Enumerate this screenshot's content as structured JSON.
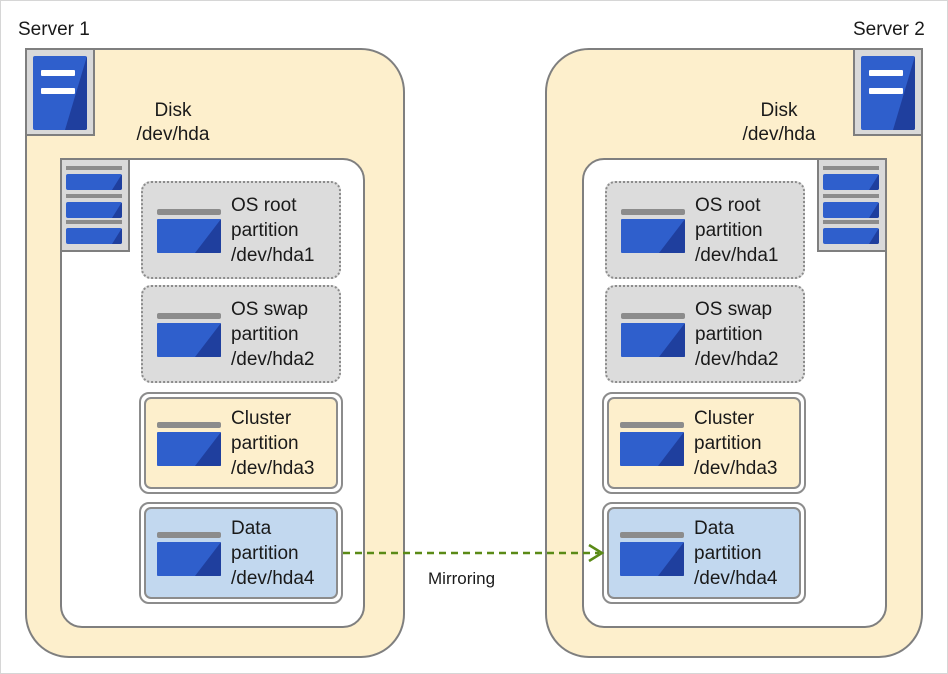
{
  "servers": [
    {
      "label": "Server 1",
      "disk": {
        "label_line1": "Disk",
        "label_line2": "/dev/hda"
      },
      "partitions": [
        {
          "kind": "os",
          "line1": "OS root",
          "line2": "partition",
          "line3": "/dev/hda1"
        },
        {
          "kind": "os",
          "line1": "OS swap",
          "line2": "partition",
          "line3": "/dev/hda2"
        },
        {
          "kind": "cluster",
          "line1": "Cluster",
          "line2": "partition",
          "line3": "/dev/hda3"
        },
        {
          "kind": "data",
          "line1": "Data",
          "line2": "partition",
          "line3": "/dev/hda4"
        }
      ]
    },
    {
      "label": "Server 2",
      "disk": {
        "label_line1": "Disk",
        "label_line2": "/dev/hda"
      },
      "partitions": [
        {
          "kind": "os",
          "line1": "OS root",
          "line2": "partition",
          "line3": "/dev/hda1"
        },
        {
          "kind": "os",
          "line1": "OS swap",
          "line2": "partition",
          "line3": "/dev/hda2"
        },
        {
          "kind": "cluster",
          "line1": "Cluster",
          "line2": "partition",
          "line3": "/dev/hda3"
        },
        {
          "kind": "data",
          "line1": "Data",
          "line2": "partition",
          "line3": "/dev/hda4"
        }
      ]
    }
  ],
  "mirror": {
    "label": "Mirroring"
  },
  "colors": {
    "server_fill": "#fdefcc",
    "os_partition_fill": "#dcdcdc",
    "cluster_partition_fill": "#fdefcc",
    "data_partition_fill": "#c2d8ef",
    "icon_blue": "#2f5fcc",
    "icon_blue_dark": "#1f3f9e",
    "mirror_arrow": "#5a8a16"
  },
  "icons": {
    "server": "server-icon",
    "disk": "disk-icon",
    "partition": "partition-icon"
  }
}
